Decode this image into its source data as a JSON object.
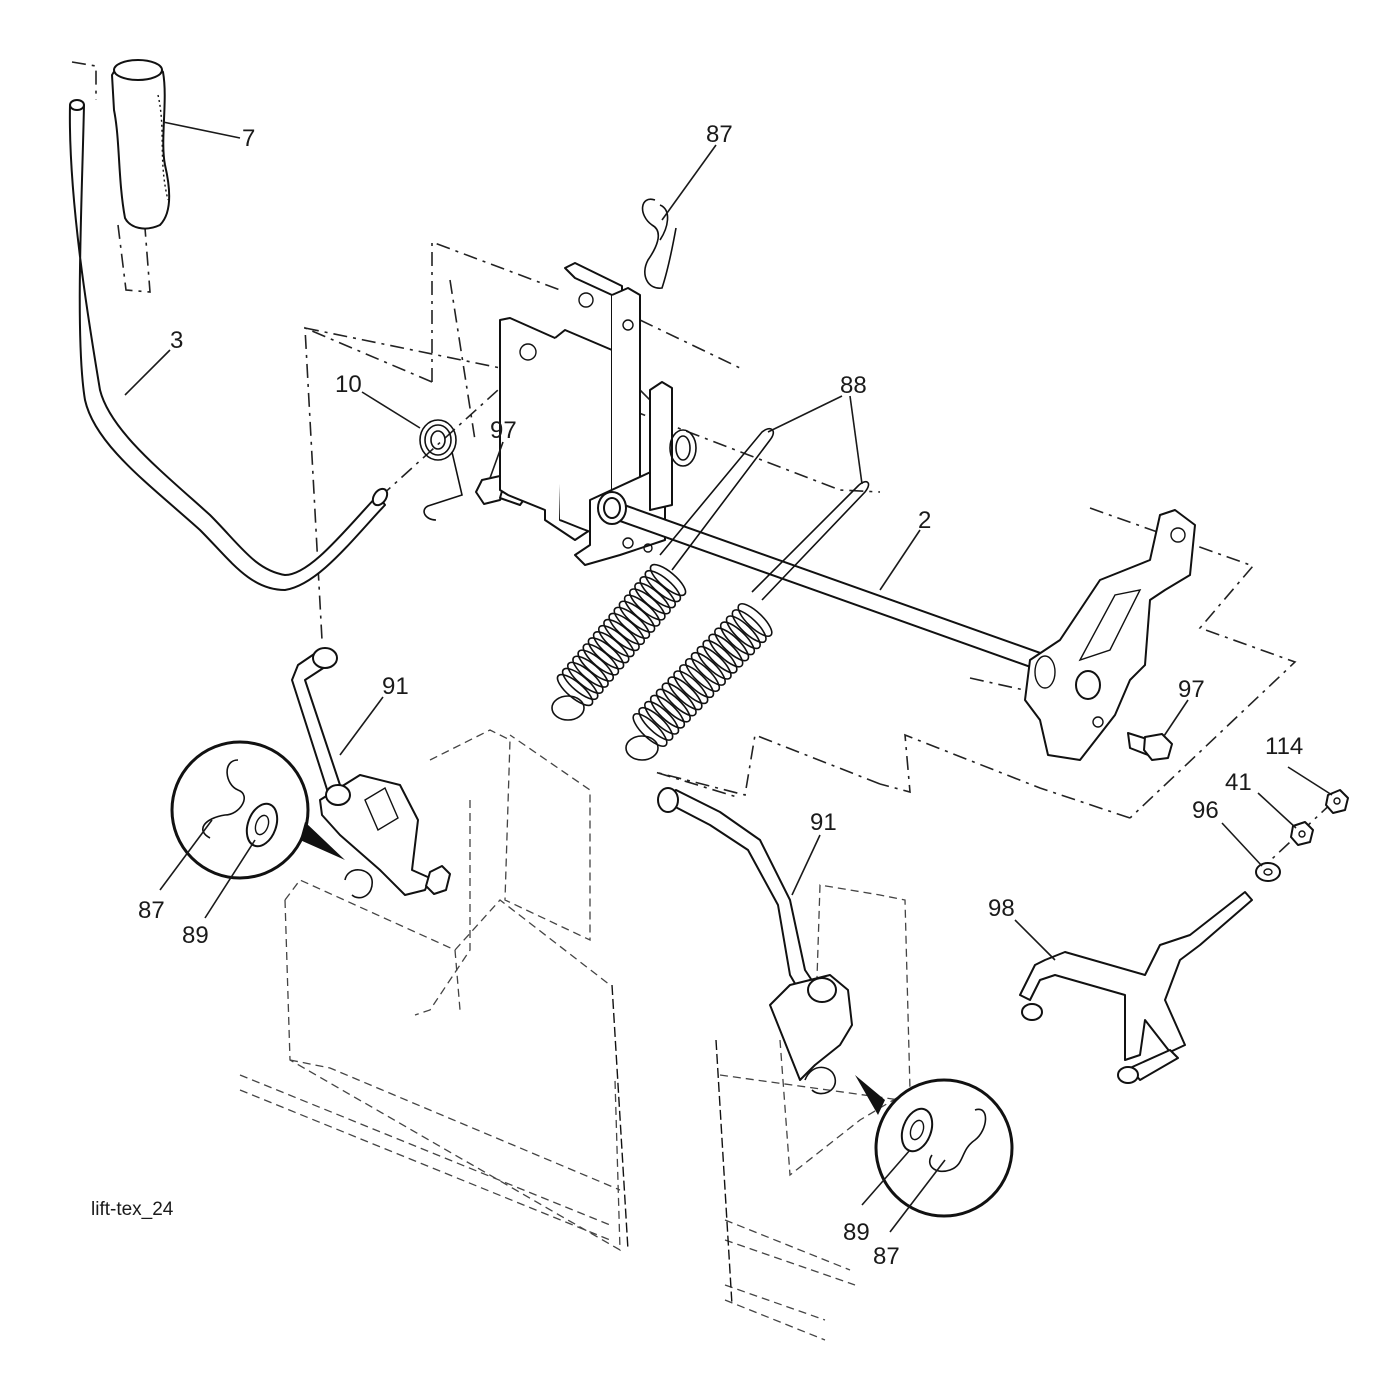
{
  "diagram_id": "lift-tex_24",
  "callouts": [
    {
      "number": "7"
    },
    {
      "number": "87"
    },
    {
      "number": "3"
    },
    {
      "number": "10"
    },
    {
      "number": "97"
    },
    {
      "number": "88"
    },
    {
      "number": "2"
    },
    {
      "number": "91"
    },
    {
      "number": "97"
    },
    {
      "number": "114"
    },
    {
      "number": "41"
    },
    {
      "number": "96"
    },
    {
      "number": "91"
    },
    {
      "number": "98"
    },
    {
      "number": "87"
    },
    {
      "number": "89"
    },
    {
      "number": "89"
    },
    {
      "number": "87"
    }
  ]
}
